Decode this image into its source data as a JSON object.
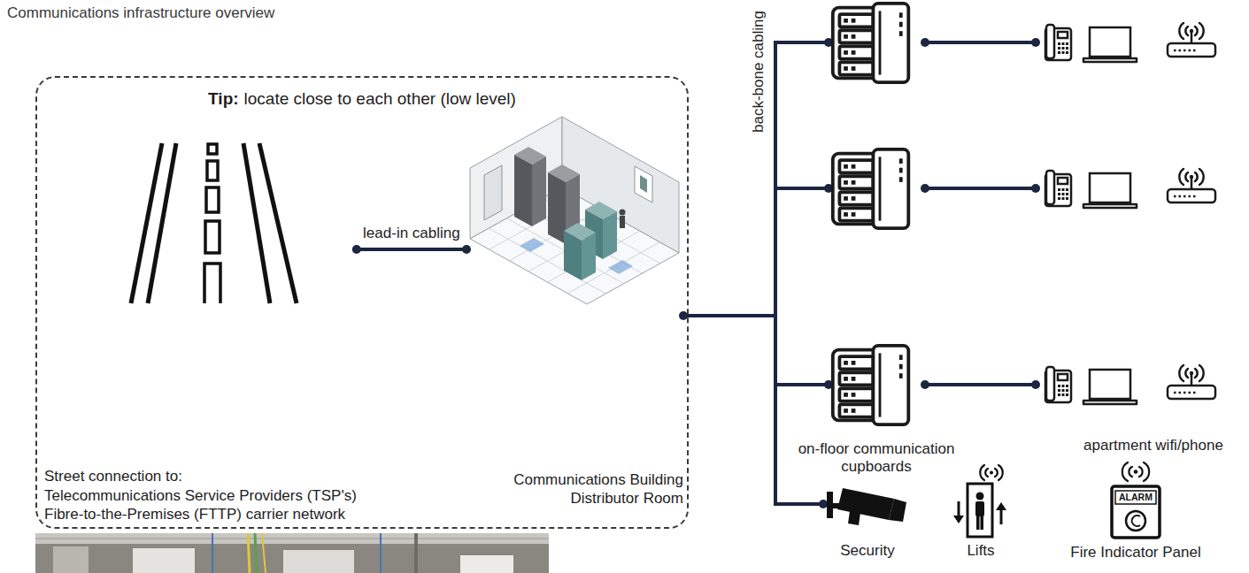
{
  "diagram": {
    "title": "Communications infrastructure overview",
    "nodes": [
      {
        "text": [
          "Tip:",
          "locate close to each other (low level)"
        ]
      },
      {
        "text": [
          "Street connection to:",
          "Telecommunications Service Providers (TSP's)",
          "Fibre-to-the-Premises (FTTP) carrier network"
        ],
        "in": 0
      },
      {
        "text": [
          "Communications Building Distributor Room"
        ],
        "in": 0
      },
      {
        "text": [
          "Security"
        ]
      },
      {
        "text": [
          "Lifts"
        ]
      },
      {
        "text": [
          "Fire Indicator Panel"
        ]
      }
    ],
    "edges": [
      {
        "from": 1,
        "to": 2,
        "label": "lead-in cabling",
        "arrow": "none"
      },
      {
        "from": 2,
        "to": 3,
        "arrow": "none"
      }
    ],
    "labels": [
      "back-bone cabling",
      "on-floor communication cupboards",
      "apartment wifi/phone",
      "ALARM"
    ]
  }
}
